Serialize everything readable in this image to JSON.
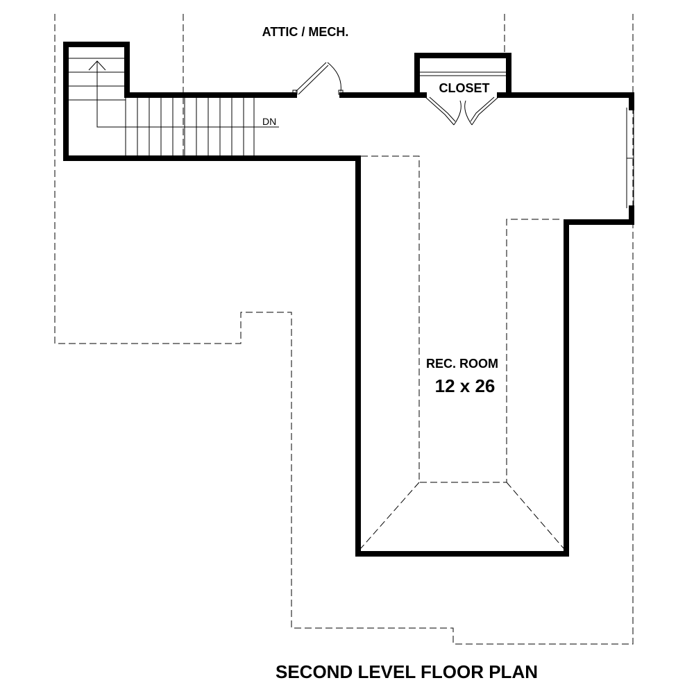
{
  "title": "SECOND LEVEL FLOOR PLAN",
  "rooms": {
    "attic": "ATTIC / MECH.",
    "closet": "CLOSET",
    "rec_room": "REC. ROOM",
    "rec_room_size": "12 x 26"
  },
  "stairs": {
    "direction": "DN"
  }
}
